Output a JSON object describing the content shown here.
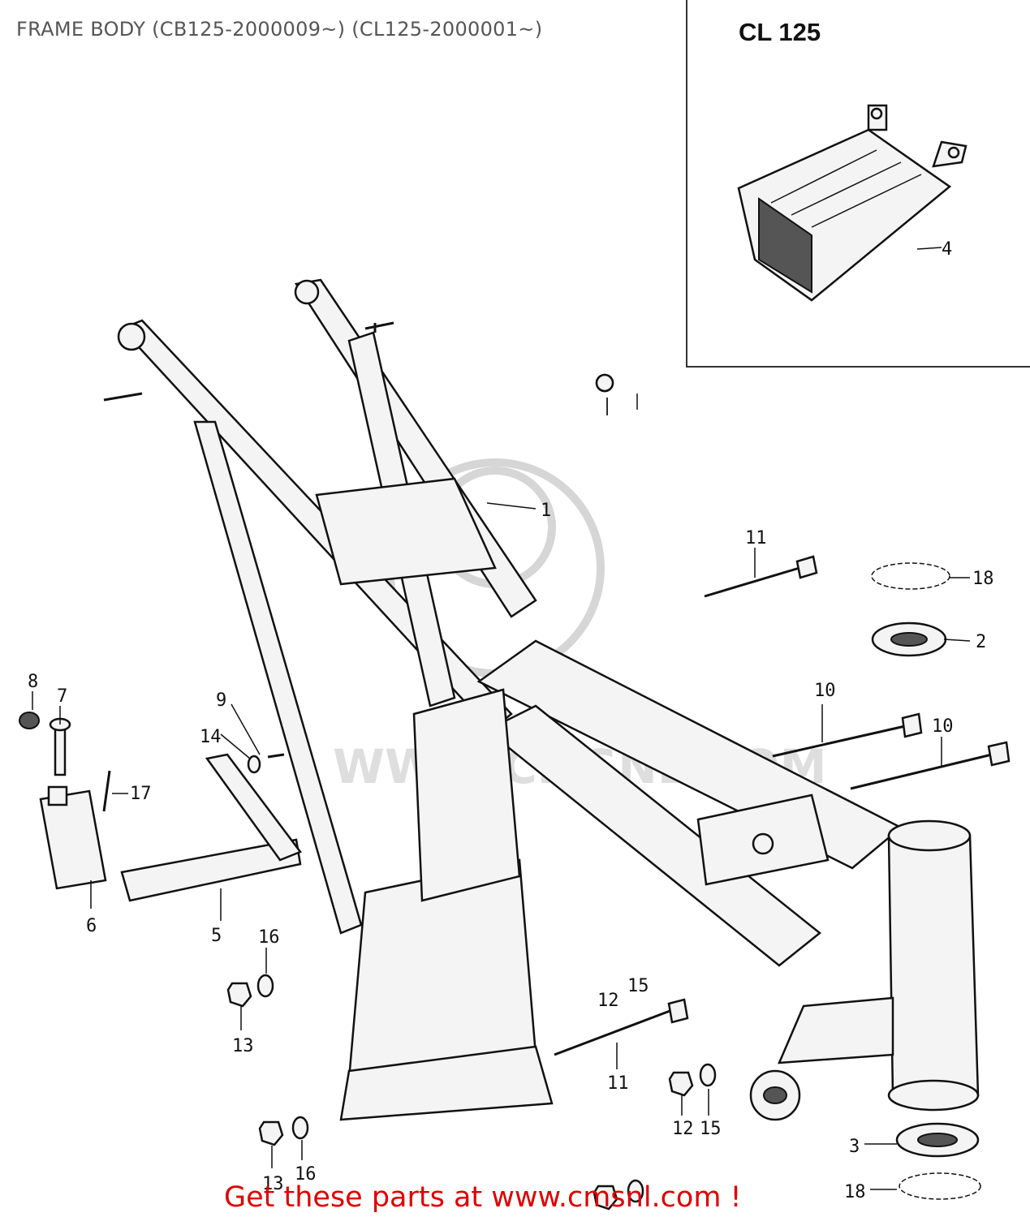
{
  "title": "FRAME BODY (CB125-2000009~) (CL125-2000001~)",
  "inset_label": "CL 125",
  "footer": "Get these parts at www.cmsnl.com !",
  "callouts": {
    "c1": "1",
    "c2": "2",
    "c3": "3",
    "c4": "4",
    "c5": "5",
    "c6": "6",
    "c7": "7",
    "c8": "8",
    "c9": "9",
    "c10a": "10",
    "c10b": "10",
    "c11a": "11",
    "c11b": "11",
    "c12a": "12",
    "c12b": "12",
    "c13a": "13",
    "c13b": "13",
    "c14": "14",
    "c15a": "15",
    "c15b": "15",
    "c16a": "16",
    "c16b": "16",
    "c17": "17",
    "c18a": "18",
    "c18b": "18"
  },
  "colors": {
    "footer_text": "#e00000",
    "title_text": "#555555"
  }
}
